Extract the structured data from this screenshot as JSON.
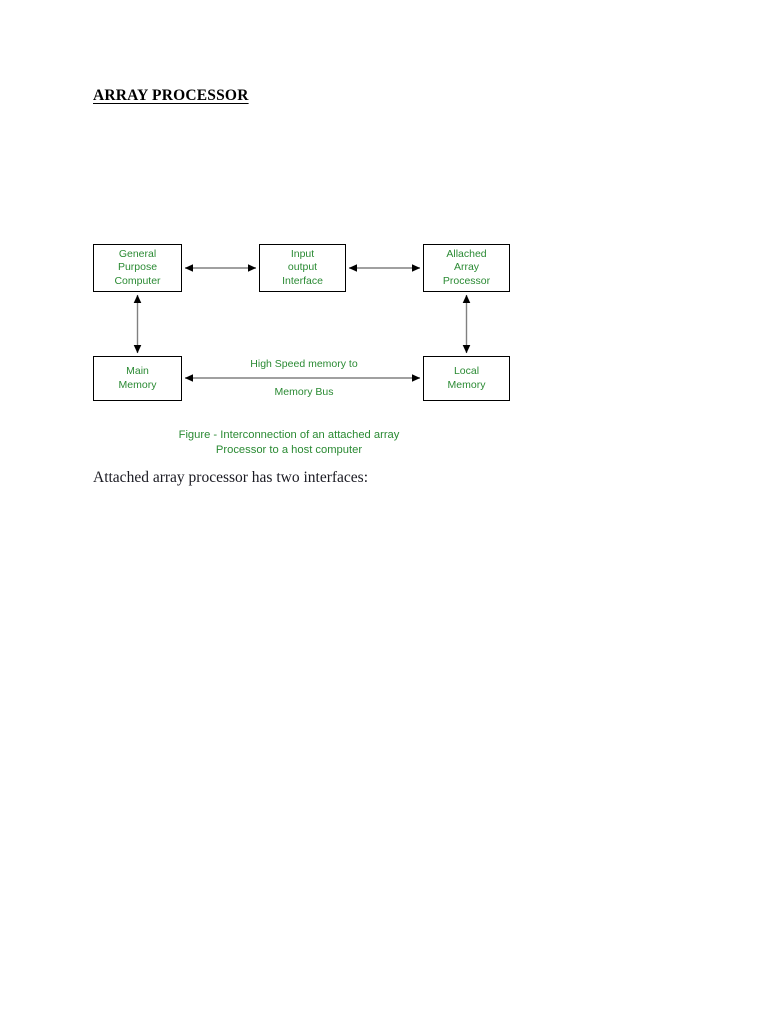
{
  "document": {
    "title": "ARRAY PROCESSOR",
    "body_text": "Attached array processor has two interfaces:"
  },
  "colors": {
    "node_text": "#2a8a33",
    "node_border": "#000000",
    "arrow_line": "#808080",
    "arrow_head": "#000000",
    "page_background": "#ffffff",
    "title_text": "#000000",
    "body_text": "#1a1a22"
  },
  "diagram": {
    "caption": {
      "line1": "Figure - Interconnection of an attached array",
      "line2": "Processor to a host computer"
    },
    "bus_label": {
      "line1": "High Speed memory to",
      "line2": "Memory Bus"
    },
    "nodes": [
      {
        "id": "general-purpose-computer",
        "lines": [
          "General",
          "Purpose",
          "Computer"
        ]
      },
      {
        "id": "input-output-interface",
        "lines": [
          "Input",
          "output",
          "Interface"
        ]
      },
      {
        "id": "attached-array-processor",
        "lines": [
          "Allached",
          "Array",
          "Processor"
        ]
      },
      {
        "id": "main-memory",
        "lines": [
          "Main",
          "Memory"
        ]
      },
      {
        "id": "local-memory",
        "lines": [
          "Local",
          "Memory"
        ]
      }
    ]
  }
}
